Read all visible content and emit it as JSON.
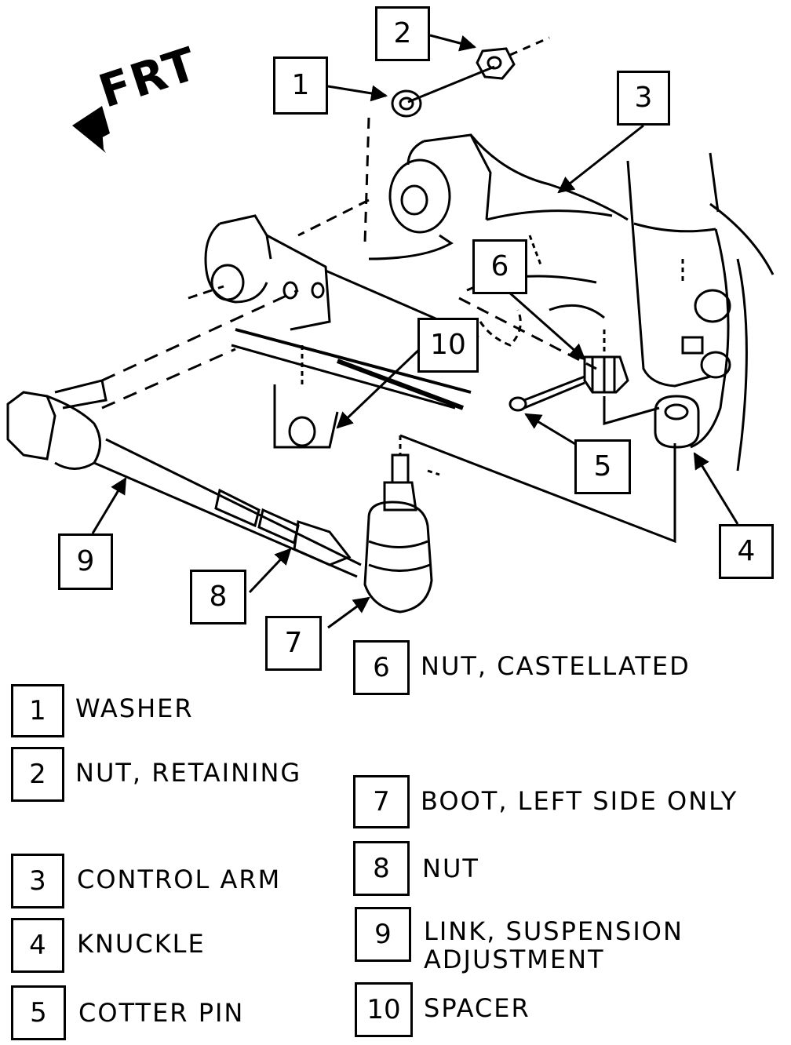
{
  "direction_label": "FRT",
  "callouts": [
    {
      "number": "1"
    },
    {
      "number": "2"
    },
    {
      "number": "3"
    },
    {
      "number": "4"
    },
    {
      "number": "5"
    },
    {
      "number": "6"
    },
    {
      "number": "7"
    },
    {
      "number": "8"
    },
    {
      "number": "9"
    },
    {
      "number": "10"
    }
  ],
  "legend": [
    {
      "number": "1",
      "text": "WASHER"
    },
    {
      "number": "2",
      "text": "NUT, RETAINING"
    },
    {
      "number": "3",
      "text": "CONTROL ARM"
    },
    {
      "number": "4",
      "text": "KNUCKLE"
    },
    {
      "number": "5",
      "text": "COTTER PIN"
    },
    {
      "number": "6",
      "text": "NUT, CASTELLATED"
    },
    {
      "number": "7",
      "text": "BOOT, LEFT SIDE ONLY"
    },
    {
      "number": "8",
      "text": "NUT"
    },
    {
      "number": "9",
      "text": "LINK, SUSPENSION\nADJUSTMENT"
    },
    {
      "number": "10",
      "text": "SPACER"
    }
  ]
}
